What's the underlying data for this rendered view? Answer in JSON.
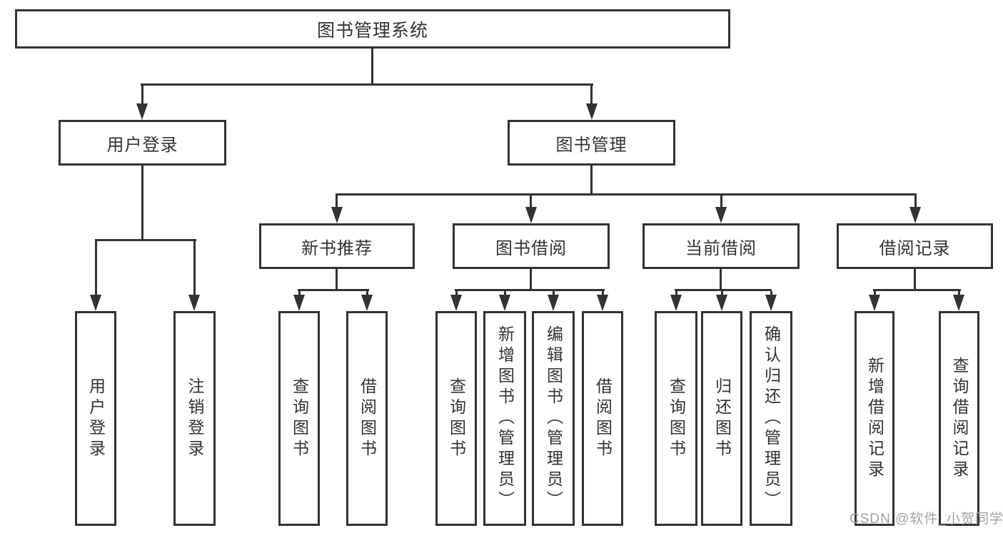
{
  "colors": {
    "background": "#ffffff",
    "line": "#333333",
    "box_border": "#333333",
    "box_fill": "#ffffff",
    "text": "#333333",
    "watermark": "#a3a3a3"
  },
  "diagram": {
    "root": {
      "label": "图书管理系统"
    },
    "branches": [
      {
        "label": "用户登录",
        "children": [
          {
            "label": "用户登录"
          },
          {
            "label": "注销登录"
          }
        ]
      },
      {
        "label": "图书管理",
        "children": [
          {
            "label": "新书推荐",
            "children": [
              {
                "label": "查询图书"
              },
              {
                "label": "借阅图书"
              }
            ]
          },
          {
            "label": "图书借阅",
            "children": [
              {
                "label": "查询图书"
              },
              {
                "label": "新增图书（管理员）"
              },
              {
                "label": "编辑图书（管理员）"
              },
              {
                "label": "借阅图书"
              }
            ]
          },
          {
            "label": "当前借阅",
            "children": [
              {
                "label": "查询图书"
              },
              {
                "label": "归还图书"
              },
              {
                "label": "确认归还（管理员）"
              }
            ]
          },
          {
            "label": "借阅记录",
            "children": [
              {
                "label": "新增借阅记录"
              },
              {
                "label": "查询借阅记录"
              }
            ]
          }
        ]
      }
    ]
  },
  "watermark": {
    "text": "CSDN @软件_小贺同学"
  }
}
